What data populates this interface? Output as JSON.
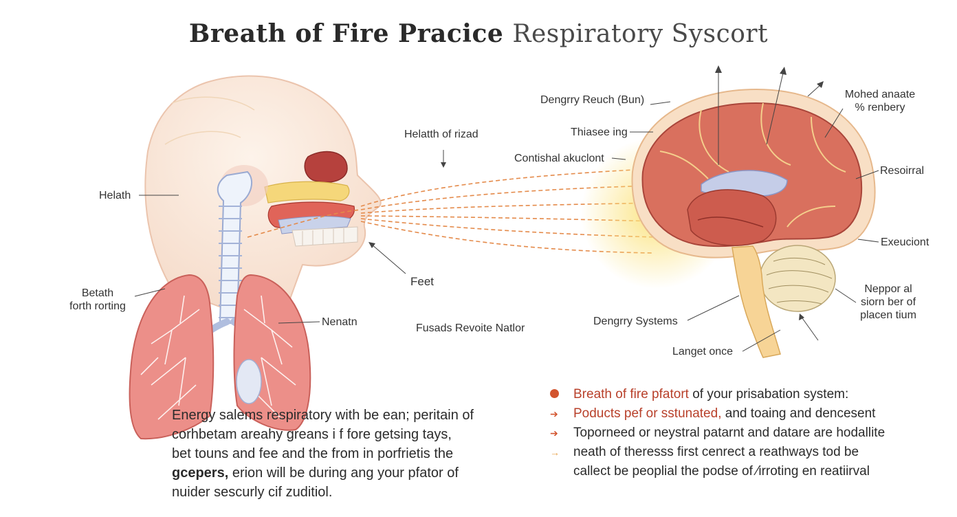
{
  "title": {
    "part1": "Breath of Fire Pracice",
    "part2": "Respiratory Syscort"
  },
  "labels": {
    "helath": "Helath",
    "betath_1": "Betath",
    "betath_2": "forth rorting",
    "nenatn": "Nenatn",
    "helatth_of_rizad": "Helatth of rizad",
    "feet": "Feet",
    "fusads": "Fusads Revoite Natlor",
    "dengrry_reuch": "Dengrry Reuch (Bun)",
    "thiasee_ing": "Thiasee ing",
    "contishal": "Contishal akuclont",
    "mohed_1": "Mohed anaate",
    "mohed_2": "% renbery",
    "resoirral": "Resoirral",
    "exeuciont": "Exeuciont",
    "neppor_1": "Neppor al",
    "neppor_2": "siorn ber of",
    "neppor_3": "placen tium",
    "dengrry_systems": "Dengrry Systems",
    "langet_once": "Langet once"
  },
  "paragraph": {
    "line1": "Energy salems respiratory with be ean; peritain of",
    "line2": "corhbetam areahy greans i f fore getsing tays,",
    "line3": "bet touns and fee and the from in porfrietis the",
    "line4_bold": "gcepers,",
    "line4_rest": " erion will be during ang your pfator of",
    "line5": "nuider sescurly cif zuditiol."
  },
  "bullets": [
    {
      "red": "Breath of fire pfatort",
      "rest": " of your prisabation system:"
    },
    {
      "red": "Poducts pef or sstunated,",
      "rest": " and toaing and dencesent"
    },
    {
      "red": "",
      "rest": "Toporneed or neystral patarnt and datare are hodallite"
    },
    {
      "red": "",
      "rest": "neath of theresss first cenrect a reathways tod be"
    },
    {
      "red": "",
      "rest": "callect be peoplial the podse of ⁄irroting en reatiirval"
    }
  ],
  "colors": {
    "accent": "#d2542e",
    "lung": "#e98a86",
    "brain": "#d9705e",
    "glow": "#f7c948"
  }
}
